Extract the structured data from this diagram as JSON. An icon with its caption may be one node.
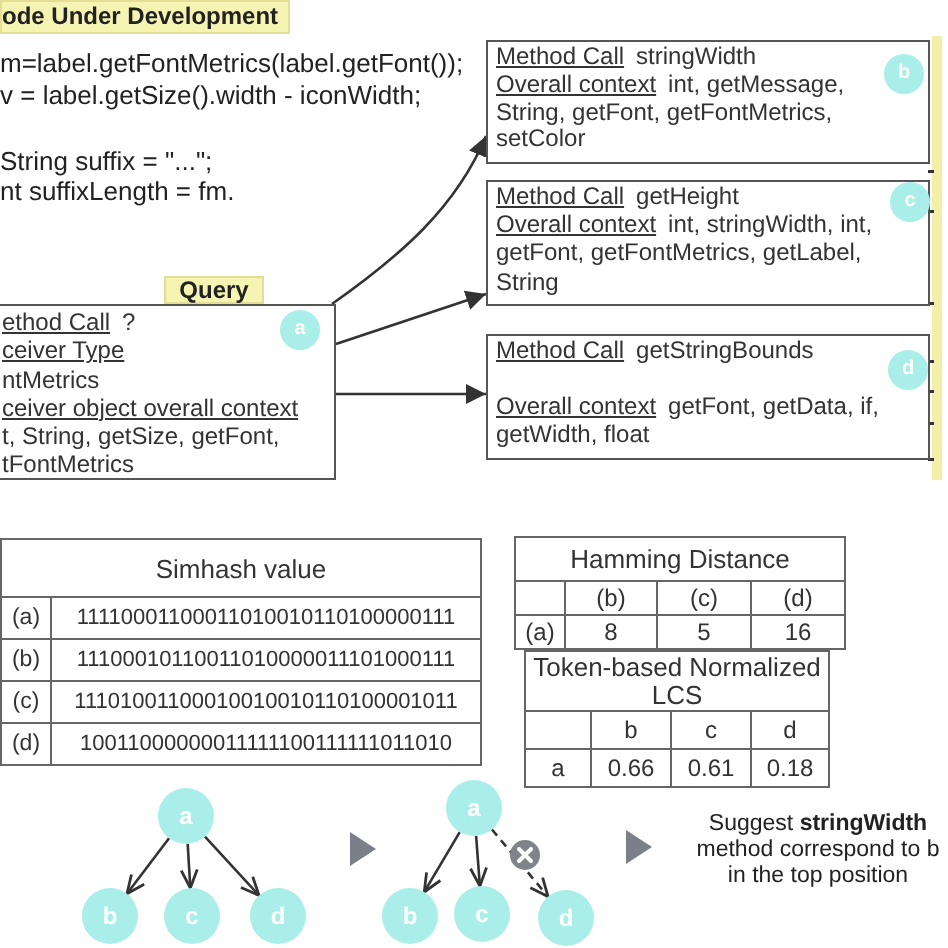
{
  "diagram": {
    "nodes": [
      {
        "text": [
          "ode Under Development"
        ],
        "beside": [
          "m=label.getFontMetrics(label.getFont());",
          "v = label.getSize().width - iconWidth;",
          "String suffix = \"...\";",
          "nt suffixLength = fm."
        ]
      },
      {
        "text": [
          "Query",
          "ethod Call",
          "?",
          "ceiver Type",
          "ntMetrics",
          "ceiver object overall context",
          "t, String, getSize, getFont, tFontMetrics"
        ]
      },
      {
        "text": [
          "a"
        ],
        "in": 1
      },
      {
        "text": [
          "Method Call",
          "stringWidth",
          "Overall context",
          "int, getMessage, String, getFont, getFontMetrics, setColor"
        ]
      },
      {
        "text": [
          "b"
        ],
        "in": 3
      },
      {
        "text": [
          "Method Call",
          "getHeight",
          "Overall context",
          "int, stringWidth, int, getFont, getFontMetrics, getLabel, String"
        ]
      },
      {
        "text": [
          "c"
        ],
        "in": 5
      },
      {
        "text": [
          "Method Call",
          "getStringBounds",
          "Overall context",
          "getFont, getData, if, getWidth, float"
        ]
      },
      {
        "text": [
          "d"
        ],
        "in": 7
      },
      {
        "text": [
          "a"
        ]
      },
      {
        "text": [
          "b"
        ]
      },
      {
        "text": [
          "c"
        ]
      },
      {
        "text": [
          "d"
        ]
      },
      {
        "text": [
          "a"
        ]
      },
      {
        "text": [
          "b"
        ]
      },
      {
        "text": [
          "c"
        ]
      },
      {
        "text": [
          "d"
        ]
      }
    ],
    "edges": [
      {
        "from": 1,
        "to": 3,
        "arrow": "to"
      },
      {
        "from": 1,
        "to": 5,
        "arrow": "to"
      },
      {
        "from": 1,
        "to": 7,
        "arrow": "to"
      },
      {
        "from": 9,
        "to": 10,
        "arrow": "to"
      },
      {
        "from": 9,
        "to": 11,
        "arrow": "to"
      },
      {
        "from": 9,
        "to": 12,
        "arrow": "to"
      },
      {
        "from": 13,
        "to": 14,
        "arrow": "to"
      },
      {
        "from": 13,
        "to": 15,
        "arrow": "to"
      },
      {
        "from": 13,
        "to": 16,
        "arrow": "to",
        "style": "dashed"
      }
    ],
    "labels": [
      "Simhash value",
      "(a)",
      "11110001100011010010110100000111",
      "(b)",
      "11100010110011010000011101000111",
      "(c)",
      "11101001100010010010110100001011",
      "(d)",
      "10011000000011111100111111011010",
      "Hamming Distance",
      "(b)",
      "(c)",
      "(d)",
      "(a)",
      "8",
      "5",
      "16",
      "Token-based Normalized LCS",
      "b",
      "c",
      "d",
      "a",
      "0.66",
      "0.61",
      "0.18",
      "Suggest **stringWidth** method correspond to b in the top position"
    ]
  }
}
